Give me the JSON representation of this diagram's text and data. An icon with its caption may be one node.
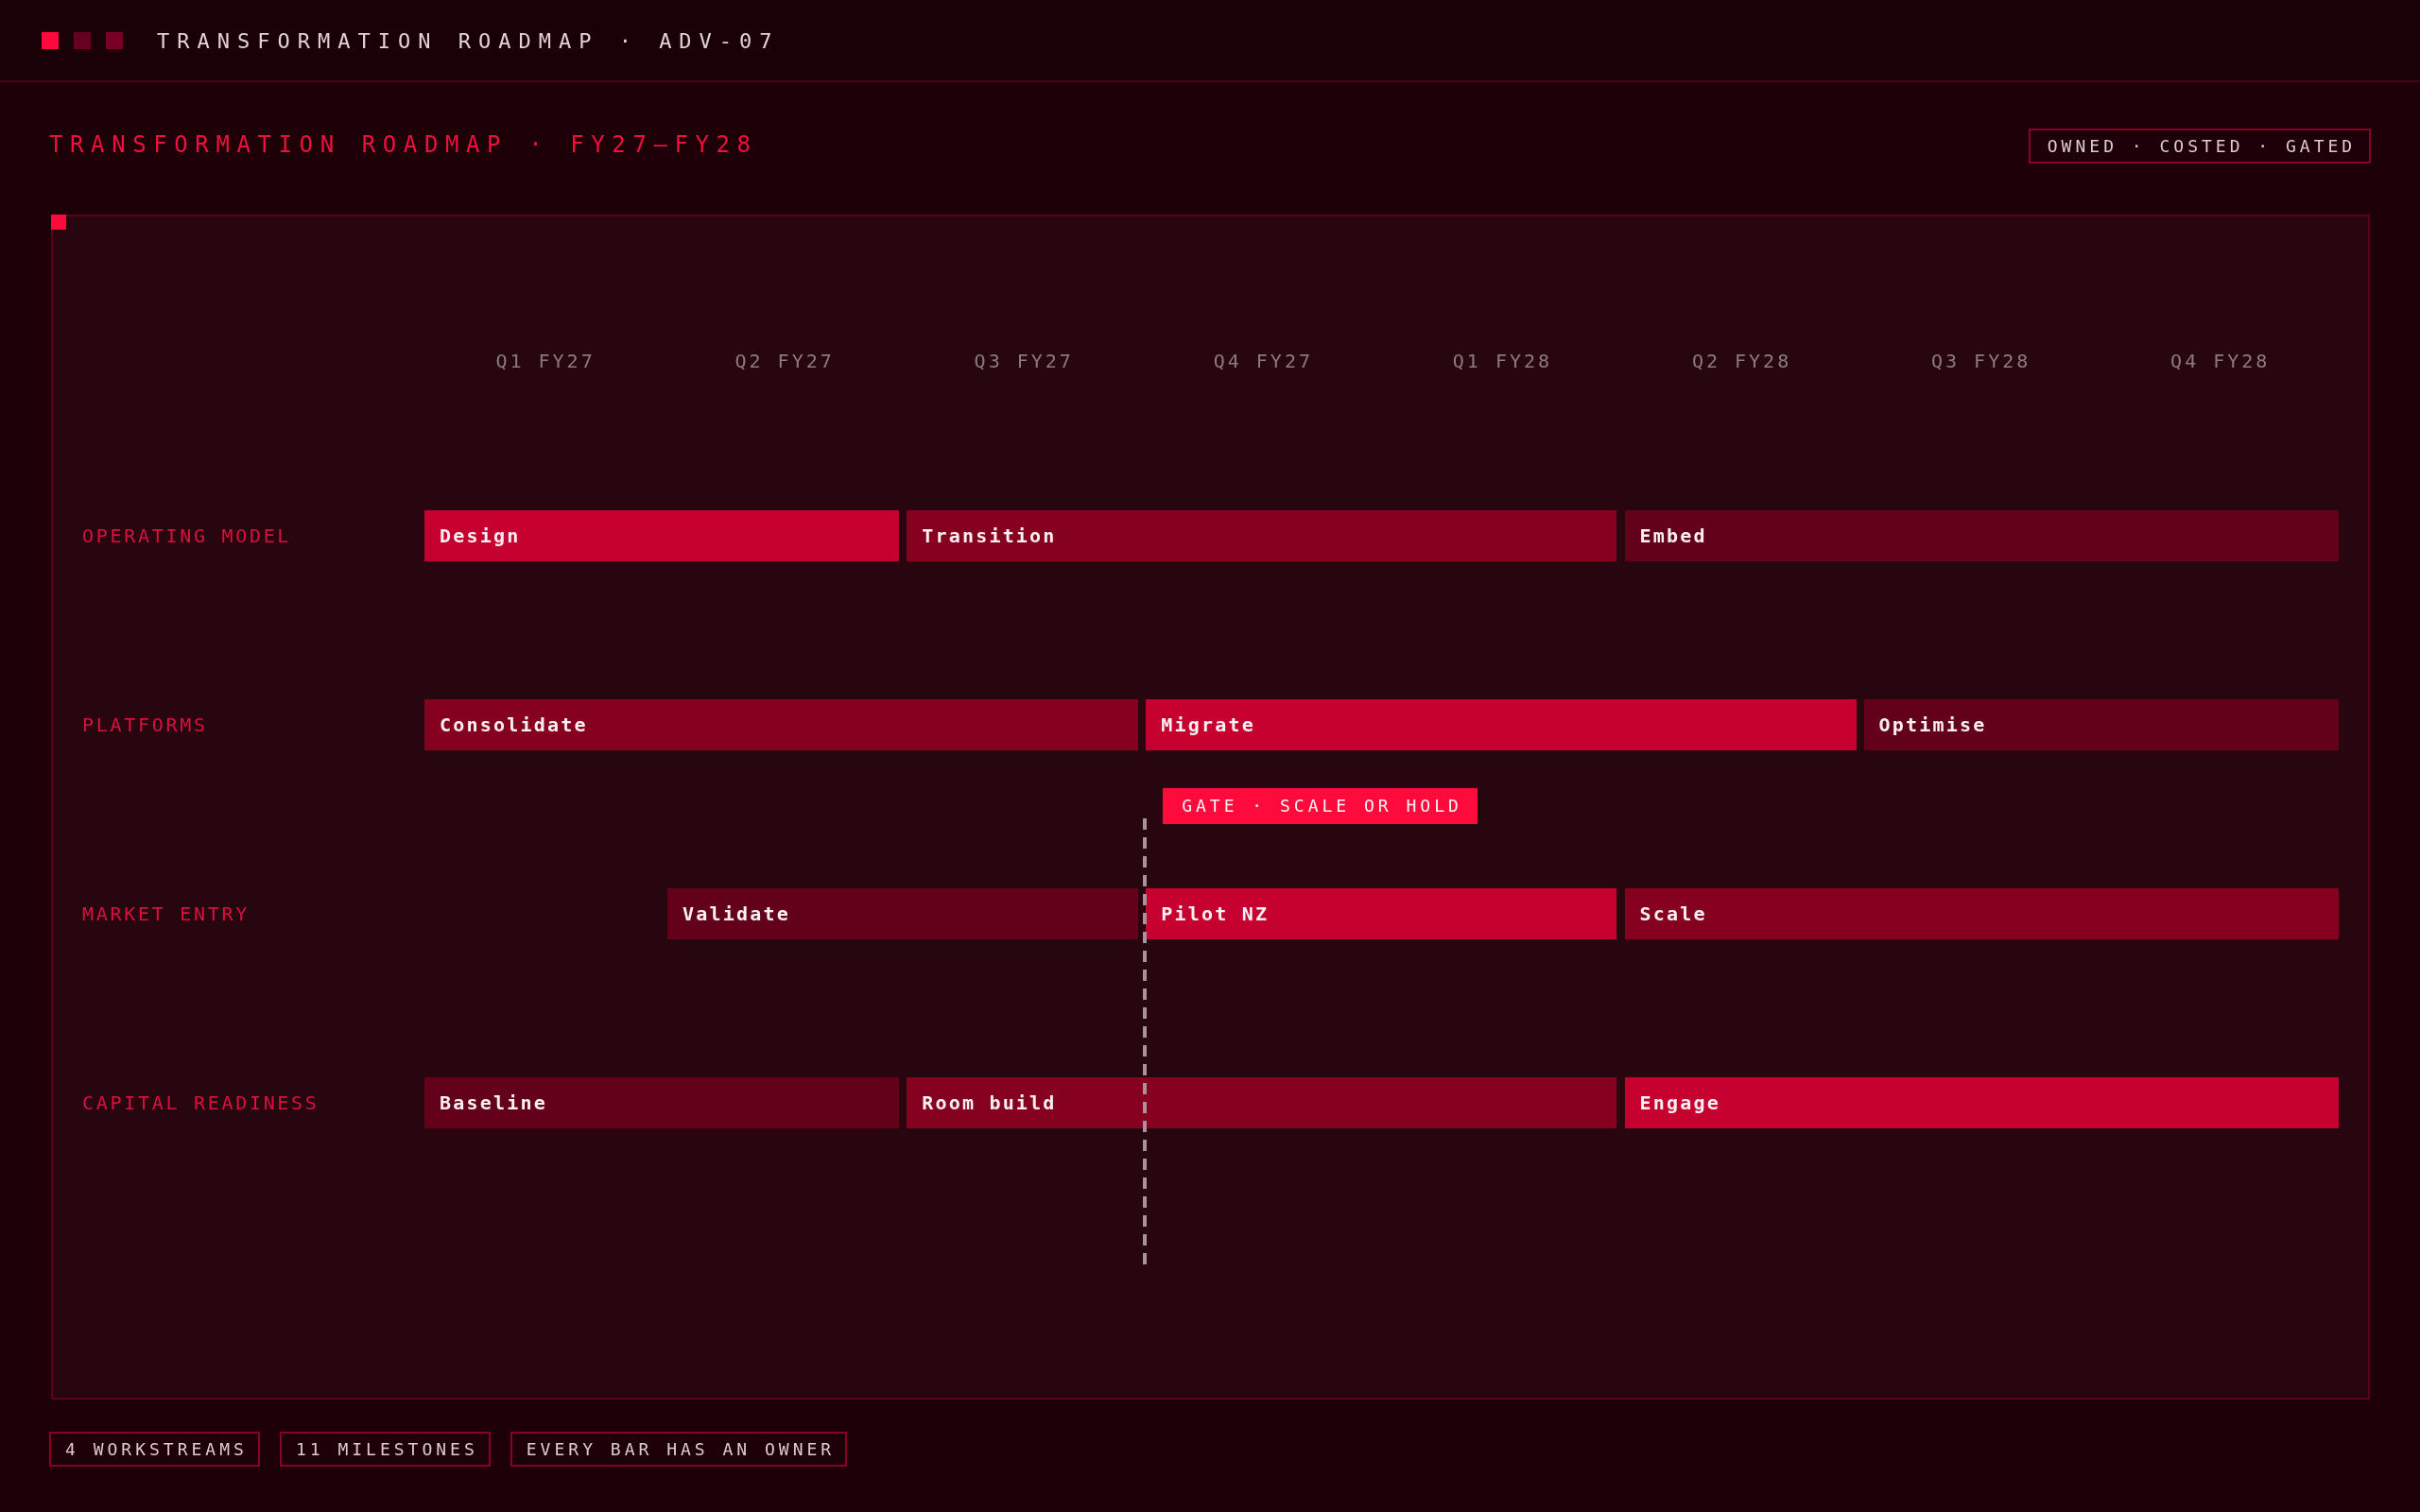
{
  "diagram": {
    "title": "TRANSFORMATION ROADMAP · FY27–FY28",
    "nodes": [
      {
        "text": [
          "OWNED · COSTED · GATED"
        ]
      },
      {
        "text": [
          "Design"
        ]
      },
      {
        "text": [
          "Transition"
        ]
      },
      {
        "text": [
          "Embed"
        ]
      },
      {
        "text": [
          "Consolidate"
        ]
      },
      {
        "text": [
          "Migrate"
        ]
      },
      {
        "text": [
          "Optimise"
        ]
      },
      {
        "text": [
          "GATE · SCALE OR HOLD"
        ]
      },
      {
        "text": [
          "Validate"
        ]
      },
      {
        "text": [
          "Pilot NZ"
        ]
      },
      {
        "text": [
          "Scale"
        ]
      },
      {
        "text": [
          "Baseline"
        ]
      },
      {
        "text": [
          "Room build"
        ]
      },
      {
        "text": [
          "Engage"
        ]
      },
      {
        "text": [
          "4 WORKSTREAMS"
        ]
      },
      {
        "text": [
          "11 MILESTONES"
        ]
      },
      {
        "text": [
          "EVERY BAR HAS AN OWNER"
        ]
      }
    ],
    "labels": [
      "TRANSFORMATION ROADMAP · ADV-07",
      "Q1 FY27",
      "Q2 FY27",
      "Q3 FY27",
      "Q4 FY27",
      "Q1 FY28",
      "Q2 FY28",
      "Q3 FY28",
      "Q4 FY28",
      "OPERATING MODEL",
      "PLATFORMS",
      "MARKET ENTRY",
      "CAPITAL READINESS"
    ]
  }
}
